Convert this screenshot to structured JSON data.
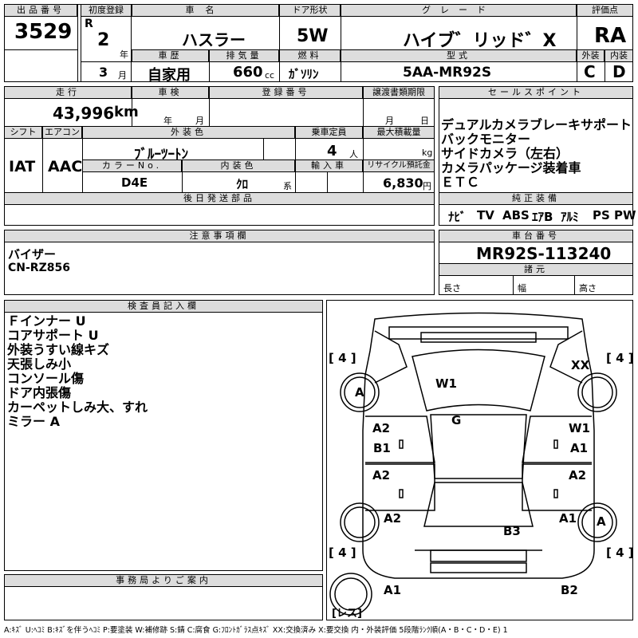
{
  "header": {
    "lot_label": "出品番号",
    "lot_number": "3529",
    "first_reg_label": "初度登録",
    "era": "R",
    "year": "2",
    "year_unit": "年",
    "month": "3",
    "month_unit": "月",
    "name_label": "車名",
    "name": "ハスラー",
    "door_label": "ドア形状",
    "door": "5W",
    "grade_label": "グレード",
    "grade": "ハイブ゛リッド゛X",
    "score_label": "評価点",
    "score": "RA",
    "history_label": "車歴",
    "history": "自家用",
    "displacement_label": "排気量",
    "displacement": "660",
    "displacement_unit": "cc",
    "fuel_label": "燃料",
    "fuel": "ｶﾞｿﾘﾝ",
    "model_label": "型式",
    "model": "5AA-MR92S",
    "exterior_label": "外装",
    "exterior_grade": "C",
    "interior_label": "内装",
    "interior_grade": "D"
  },
  "row2": {
    "mileage_label": "走行",
    "mileage": "43,996",
    "mileage_unit": "km",
    "inspection_label": "車検",
    "inspection_year_unit": "年",
    "inspection_month_unit": "月",
    "reg_label": "登録番号",
    "transfer_label": "譲渡書類期限",
    "transfer_month_unit": "月",
    "transfer_day_unit": "日",
    "shift_label": "シフト",
    "shift": "IAT",
    "ac_label": "エアコン",
    "ac": "AAC",
    "color_label": "外装色",
    "color": "ﾌﾞﾙｰﾂｰﾄﾝ",
    "capacity_label": "乗車定員",
    "capacity": "4",
    "capacity_unit": "人",
    "load_label": "最大積載量",
    "load_unit": "kg",
    "color_no_label": "カラーNo.",
    "color_no": "D4E",
    "interior_color_label": "内装色",
    "interior_color": "ｸﾛ",
    "interior_color_unit": "系",
    "import_label": "輸入車",
    "recycle_label": "リサイクル預託金",
    "recycle": "6,830",
    "recycle_unit": "円",
    "later_parts_label": "後日発送部品"
  },
  "sales": {
    "label": "セールスポイント",
    "lines": [
      "デュアルカメラブレーキサポート",
      "バックモニター",
      "サイドカメラ（左右）",
      "カメラパッケージ装着車",
      "ＥＴＣ"
    ],
    "equip_label": "純正装備",
    "equipment": [
      "ﾅﾋﾞ",
      "TV",
      "ABS",
      "ｴｱB",
      "ｱﾙﾐ",
      "PS",
      "PW"
    ]
  },
  "notes": {
    "label": "注意事項欄",
    "lines": [
      "バイザー",
      "CN-RZ856"
    ]
  },
  "chassis": {
    "label": "車台番号",
    "number": "MR92S-113240",
    "dims_label": "諸元",
    "length_label": "長さ",
    "width_label": "幅",
    "height_label": "高さ"
  },
  "inspector": {
    "label": "検査員記入欄",
    "lines": [
      "Ｆインナー U",
      "コアサポート U",
      "外装うすい線キズ",
      "天張しみ小",
      "コンソール傷",
      "ドア内張傷",
      "カーペットしみ大、すれ",
      "ミラー A"
    ]
  },
  "diagram": {
    "tire_front_left": "4",
    "tire_front_right": "4",
    "tire_rear_left": "4",
    "tire_rear_right": "4",
    "marks": {
      "windshield": "W1",
      "front_right_corner": "XX",
      "left_front_wheel": "A",
      "roof": "G",
      "left_front_door_1": "A2",
      "left_front_door_2": "B1",
      "right_front_door_1": "W1",
      "right_front_door_2": "A1",
      "left_rear_door": "A2",
      "right_rear_door": "A2",
      "left_rear_fender": "A2",
      "right_rear_fender": "A1",
      "right_rear_wheel": "A",
      "rear_panel": "B3",
      "left_rear_bumper": "A1",
      "right_rear_bumper": "B2"
    },
    "spare_label": "レス"
  },
  "office": {
    "label": "事務局よりご案内"
  },
  "legend": "A:ｷｽﾞ U:ﾍｺﾐ B:ｷｽﾞを伴うﾍｺﾐ P:要塗装 W:補修跡 S:錆 C:腐食 G:ﾌﾛﾝﾄｶﾞﾗｽ点ｷｽﾞ XX:交換済み X:要交換 内・外装評価 5段階ﾗﾝｸ順(A・B・C・D・E) 1"
}
